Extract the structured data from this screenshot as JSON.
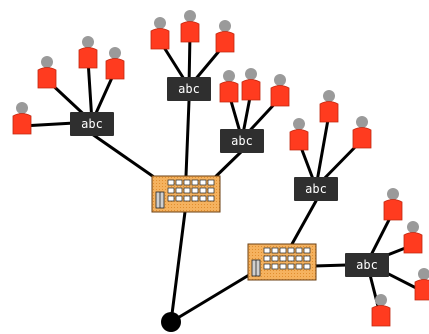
{
  "colors": {
    "background": "#ffffff",
    "edge": "#000000",
    "label_box": "#2f2f2f",
    "label_text": "#ffffff",
    "person_body": "#ff3b1f",
    "person_body_dark": "#c2270f",
    "person_head": "#9a9a9a",
    "building_fill": "#f5b25f",
    "building_shade": "#e18e2f",
    "building_outline": "#6b3f12",
    "root": "#000000"
  },
  "labels": [
    {
      "id": "left",
      "text": "abc"
    },
    {
      "id": "top",
      "text": "abc"
    },
    {
      "id": "middle",
      "text": "abc"
    },
    {
      "id": "right-mid",
      "text": "abc"
    },
    {
      "id": "bottom-right",
      "text": "abc"
    }
  ],
  "diagram": {
    "root": {
      "icon": "root-node"
    },
    "buildings": [
      {
        "id": "building-left",
        "icon": "building-icon"
      },
      {
        "id": "building-right",
        "icon": "building-icon"
      }
    ],
    "people_groups": [
      {
        "label_id": "left",
        "count": 4
      },
      {
        "label_id": "top",
        "count": 3
      },
      {
        "label_id": "middle",
        "count": 3
      },
      {
        "label_id": "right-mid",
        "count": 3
      },
      {
        "label_id": "bottom-right",
        "count": 4
      }
    ]
  }
}
